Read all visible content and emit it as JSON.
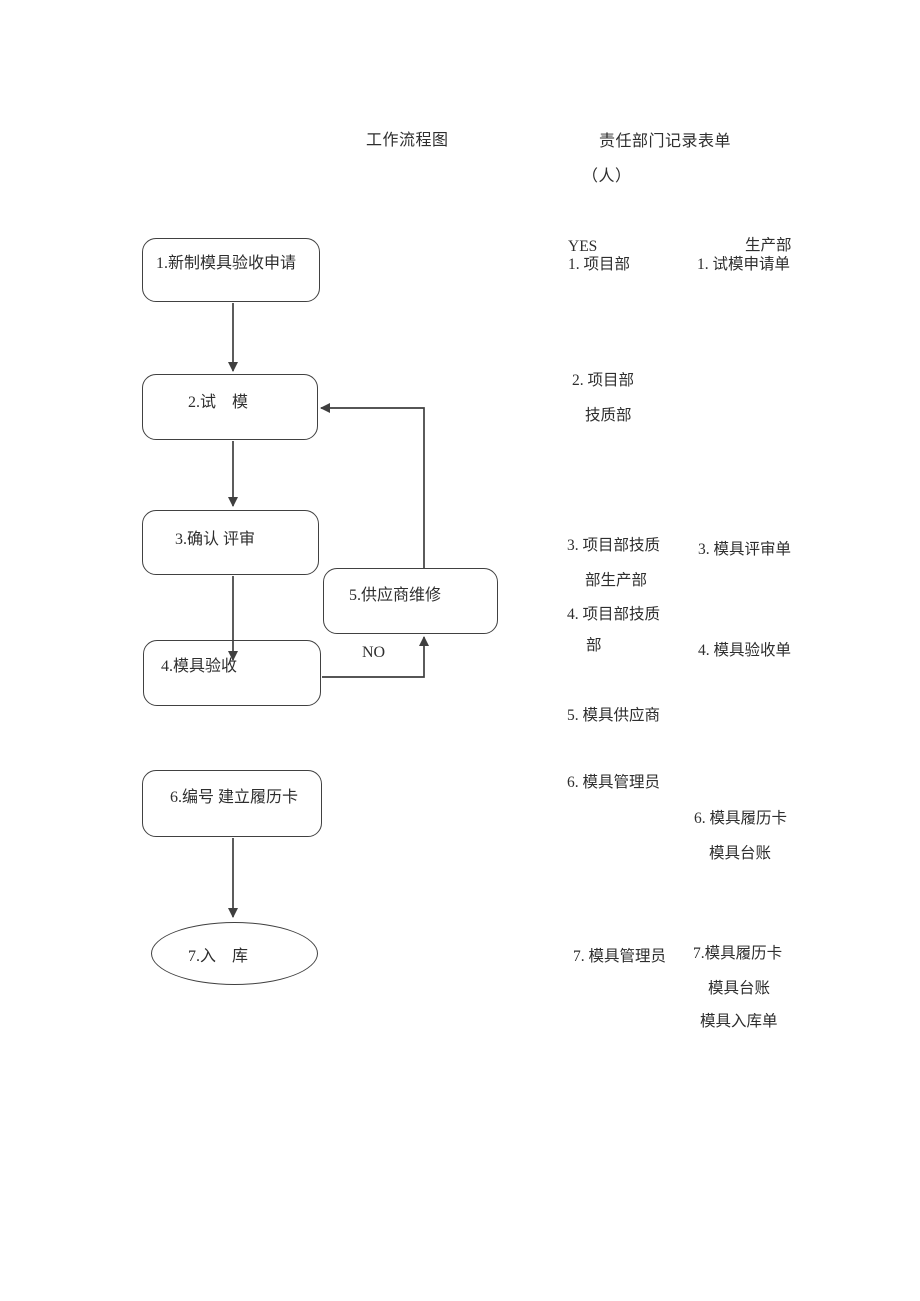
{
  "colors": {
    "line": "#3f3f3f",
    "text": "#2e2e2e",
    "background": "#ffffff"
  },
  "header": {
    "flow_title": "工作流程图",
    "dept_title": "责任部门记录表单",
    "dept_subtitle": "（人）"
  },
  "flow": {
    "nodes": [
      {
        "id": 1,
        "shape": "rounded-rect",
        "label": "1.新制模具验收申请"
      },
      {
        "id": 2,
        "shape": "rounded-rect",
        "label": "2.试　模"
      },
      {
        "id": 3,
        "shape": "rounded-rect",
        "label": "3.确认 评审"
      },
      {
        "id": 4,
        "shape": "rounded-rect",
        "label": "4.模具验收"
      },
      {
        "id": 5,
        "shape": "rounded-rect",
        "label": "5.供应商维修"
      },
      {
        "id": 6,
        "shape": "rounded-rect",
        "label": "6.编号 建立履历卡"
      },
      {
        "id": 7,
        "shape": "ellipse",
        "label": "7.入　库"
      }
    ],
    "edges": [
      "1→2",
      "2→3",
      "3→4",
      "4→5 (NO)",
      "5→2",
      "6→7"
    ],
    "no_label": "NO"
  },
  "right_panel": {
    "yes_label": "YES",
    "top_dept": "生产部",
    "departments": [
      "1. 项目部",
      "2. 项目部",
      "技质部",
      "3. 项目部技质",
      "部生产部",
      "4. 项目部技质",
      "部",
      "5. 模具供应商",
      "6. 模具管理员",
      "7. 模具管理员"
    ],
    "records": [
      "1. 试模申请单",
      "3. 模具评审单",
      "4. 模具验收单",
      "6. 模具履历卡",
      "模具台账",
      "7.模具履历卡",
      "模具台账",
      "模具入库单"
    ]
  }
}
